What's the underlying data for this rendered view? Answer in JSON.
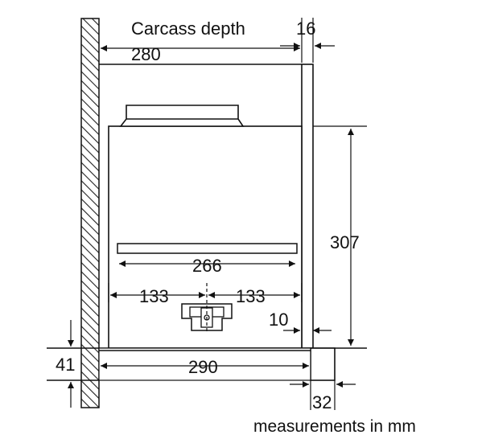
{
  "labels": {
    "carcass_depth": "Carcass depth",
    "depth_280": "280",
    "thickness_16": "16",
    "height_307": "307",
    "width_266": "266",
    "half_left_133": "133",
    "half_right_133": "133",
    "offset_10": "10",
    "depth_290": "290",
    "height_41": "41",
    "width_32": "32",
    "units_caption": "measurements in mm"
  }
}
